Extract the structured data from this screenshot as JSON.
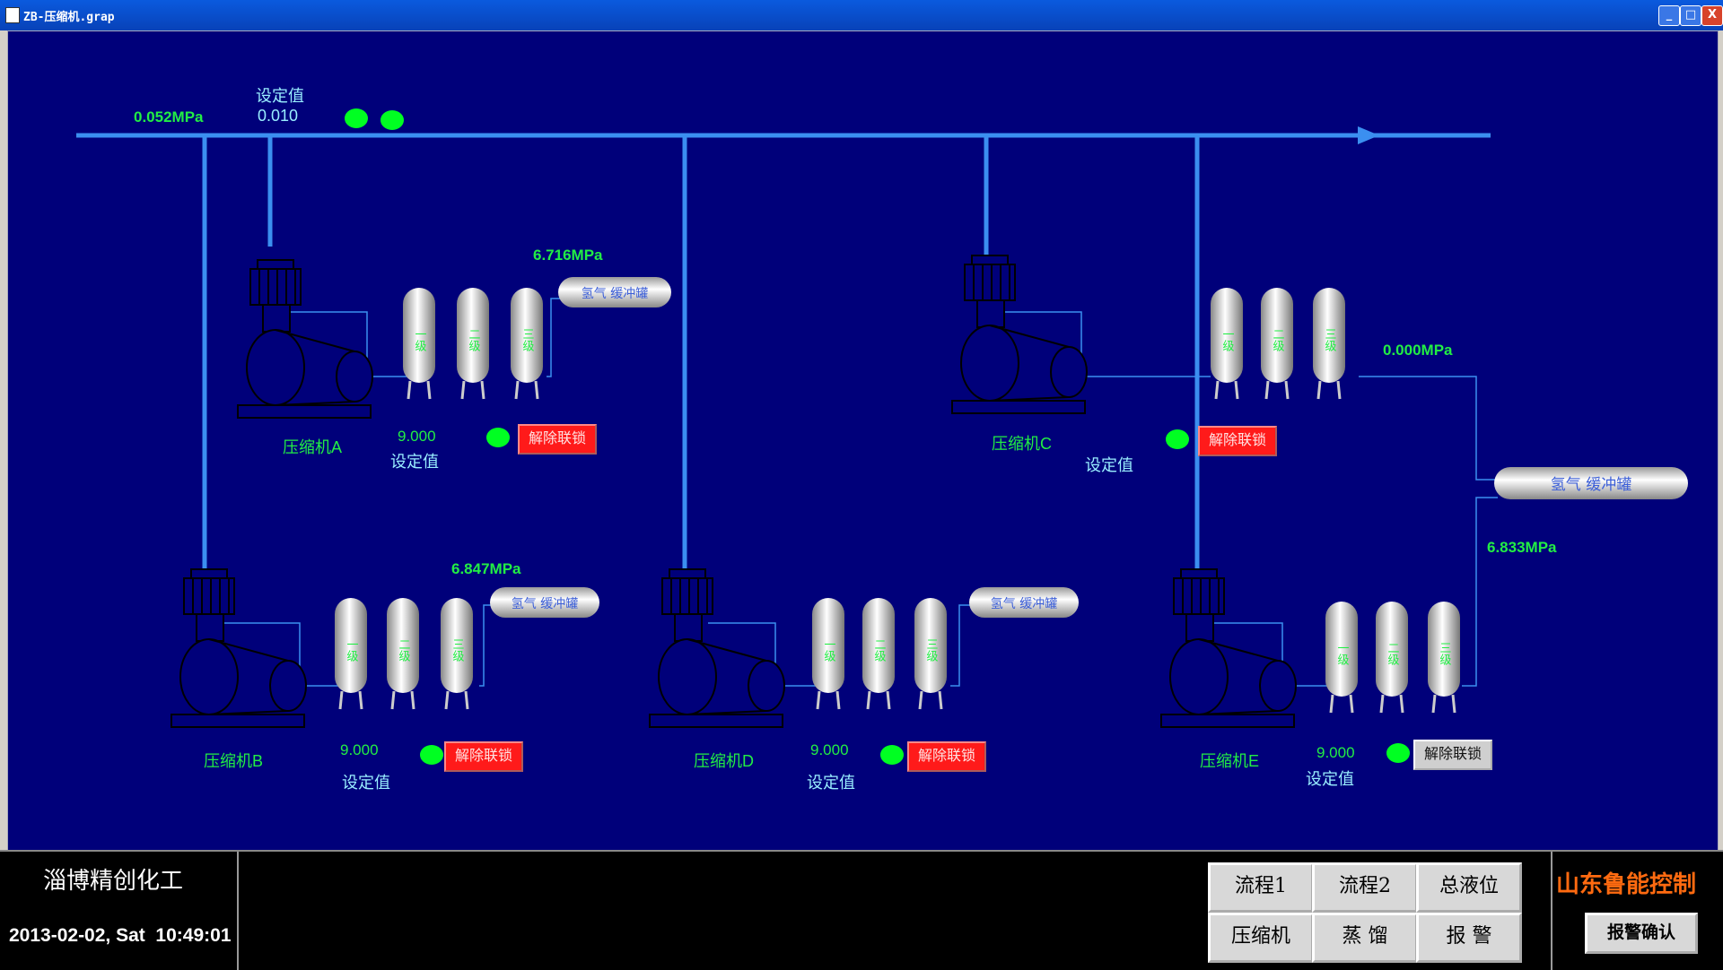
{
  "window": {
    "title": "ZB-压缩机.grap",
    "btn_min": "_",
    "btn_max": "□",
    "btn_close": "X"
  },
  "header": {
    "setpoint_label": "设定值",
    "pressure": "0.052MPa",
    "setpoint_value": "0.010"
  },
  "tank": {
    "stage1": "一级",
    "stage2": "二级",
    "stage3": "三级",
    "buffer": "氢气 缓冲罐"
  },
  "compressors": {
    "A": {
      "name": "压缩机A",
      "pressure": "6.716MPa",
      "value": "9.000",
      "setpoint_label": "设定值",
      "unlock": "解除联锁"
    },
    "B": {
      "name": "压缩机B",
      "pressure": "6.847MPa",
      "value": "9.000",
      "setpoint_label": "设定值",
      "unlock": "解除联锁"
    },
    "C": {
      "name": "压缩机C",
      "pressure": "0.000MPa",
      "setpoint_label": "设定值",
      "unlock": "解除联锁"
    },
    "D": {
      "name": "压缩机D",
      "value": "9.000",
      "setpoint_label": "设定值",
      "unlock": "解除联锁"
    },
    "E": {
      "name": "压缩机E",
      "pressure": "6.833MPa",
      "value": "9.000",
      "setpoint_label": "设定值",
      "unlock": "解除联锁"
    }
  },
  "footer": {
    "company": "淄博精创化工",
    "datetime": "2013-02-02, Sat  10:49:01",
    "brand": "山东鲁能控制",
    "nav": [
      "流程1",
      "流程2",
      "总液位",
      "压缩机",
      "蒸 馏",
      "报 警"
    ],
    "alarm_confirm": "报警确认"
  },
  "colors": {
    "background": "#00007a",
    "pipe": "#3b8ff0",
    "lamp": "#00ff22",
    "alarm": "#ff1a1a"
  }
}
